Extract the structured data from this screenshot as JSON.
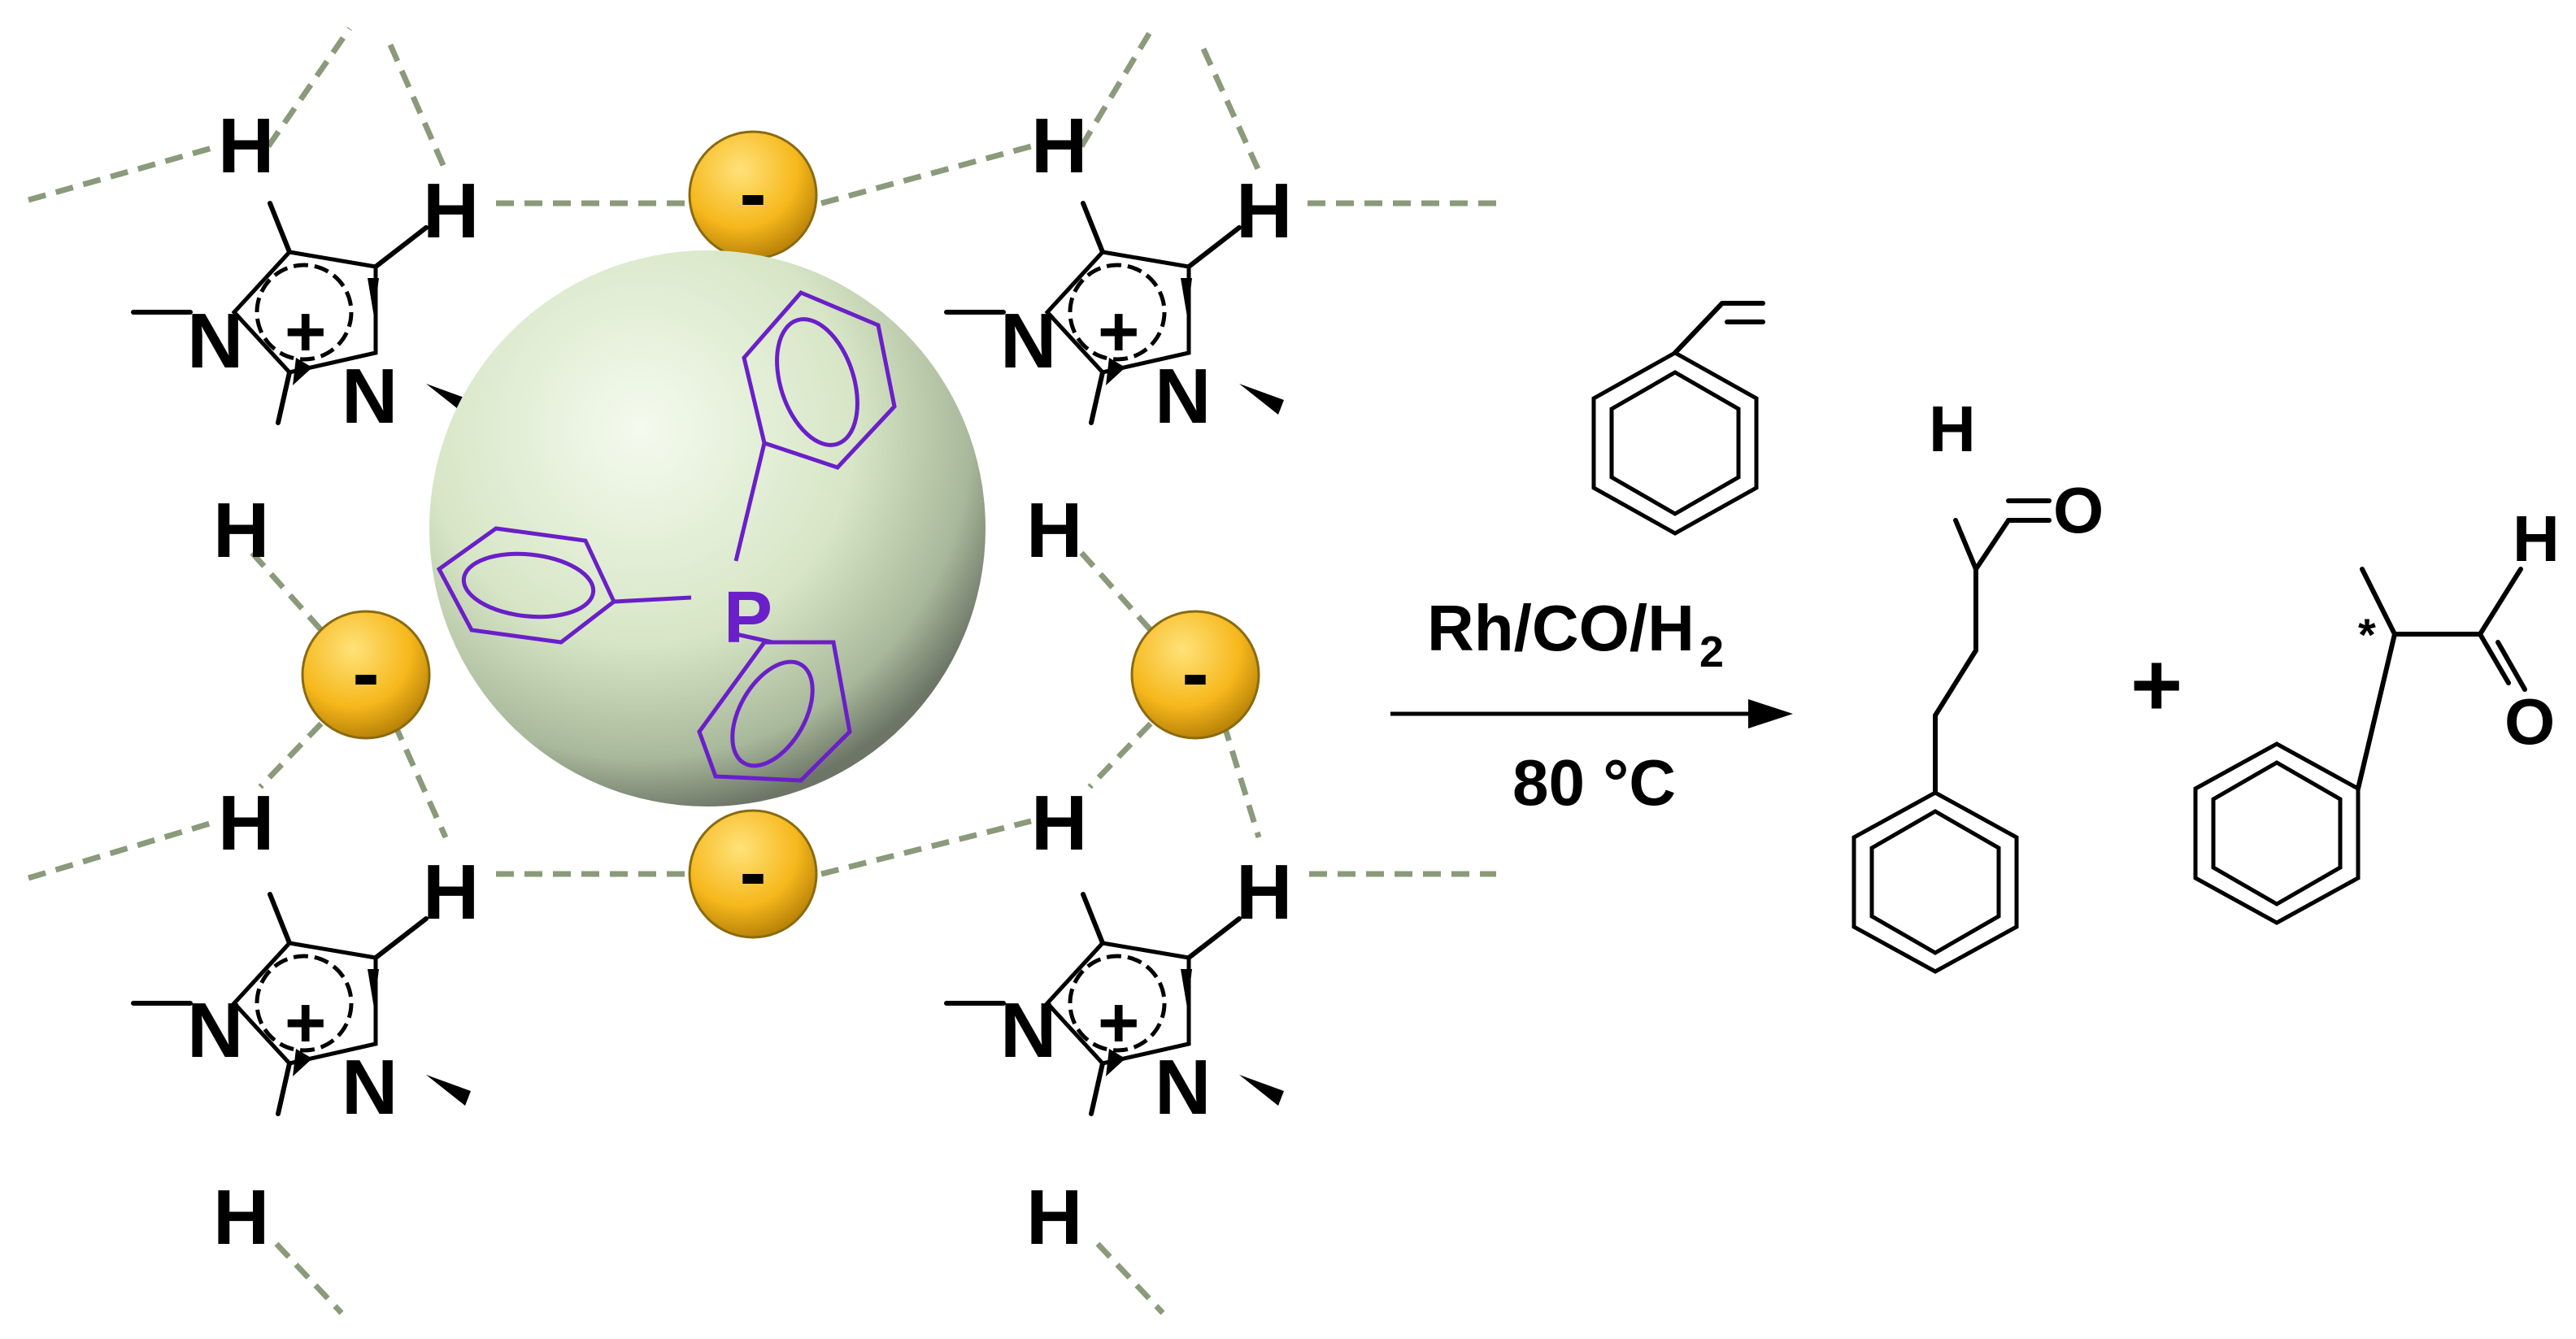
{
  "cation": {
    "atom_n": "N",
    "atom_h": "H",
    "charge": "+"
  },
  "anion": {
    "charge": "-",
    "color": "#f6b81c"
  },
  "ligand": {
    "center_atom": "P",
    "color": "#6a1fc9",
    "sphere_color": "#d9e8cc"
  },
  "reaction": {
    "reagents": [
      "Rh/CO/H",
      "2"
    ],
    "conditions": "80 °C"
  },
  "products": {
    "linear": {
      "h_label": "H",
      "o_label": "O"
    },
    "plus_sign": "+",
    "branched": {
      "h_label": "H",
      "o_label": "O",
      "stereo_mark": "*"
    }
  }
}
